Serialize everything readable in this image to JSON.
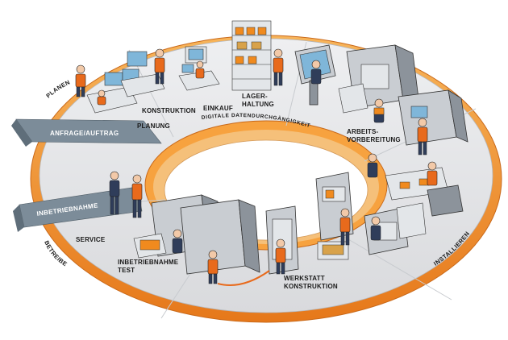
{
  "phases": {
    "planen": "PLANEN",
    "anfrage": "ANFRAGE/AUFTRAG",
    "inbetriebnahme": "INBETRIEBNAHME",
    "betreiben": "BETREIBEN",
    "installieren": "INSTALLIEREN"
  },
  "ring_label": "DIGITALE DATENDURCHGÄNGIGKEIT",
  "stations": {
    "planung": "PLANUNG",
    "konstruktion": "KONSTRUKTION",
    "einkauf": "EINKAUF",
    "lager_1": "LAGER-",
    "lager_2": "HALTUNG",
    "arbeits_1": "ARBEITS-",
    "arbeits_2": "VORBEREITUNG",
    "service": "SERVICE",
    "inbetrieb_1": "INBETRIEBNAHME",
    "inbetrieb_2": "TEST",
    "werkstatt_1": "WERKSTATT",
    "werkstatt_2": "KONSTRUKTION"
  },
  "colors": {
    "orange": "#f08a1e",
    "orange_light": "#f7b45a",
    "floor": "#e4e5e7",
    "banner": "#7c8c99"
  }
}
